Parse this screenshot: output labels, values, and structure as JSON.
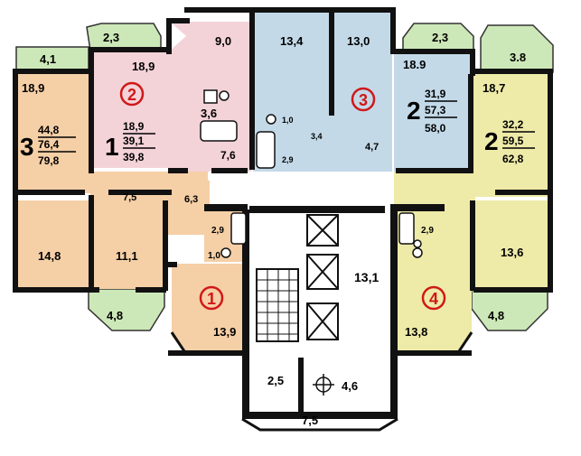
{
  "colors": {
    "apt1": "#f5cfa6",
    "apt2": "#f3d3d8",
    "apt3": "#c3d9e8",
    "apt4": "#eeeaa8",
    "balcony": "#cde8b8",
    "wall": "#111111",
    "marker": "#d01818"
  },
  "rooms": {
    "r_4_1": "4,1",
    "r_18_9_a": "18,9",
    "r_2_3_a": "2,3",
    "r_18_9_b": "18,9",
    "r_9_0": "9,0",
    "r_13_4": "13,4",
    "r_13_0": "13,0",
    "r_2_3_b": "2,3",
    "r_18_9_c": "18.9",
    "r_3_8": "3.8",
    "r_18_7": "18,7",
    "r_3_6": "3,6",
    "r_1_0_a": "1,0",
    "r_3_4": "3,4",
    "r_2_9_a": "2,9",
    "r_4_7": "4,7",
    "r_7_6": "7,6",
    "r_7_5_a": "7,5",
    "r_6_3": "6,3",
    "r_2_9_b": "2,9",
    "r_1_0_b": "1,0",
    "r_14_8": "14,8",
    "r_11_1": "11,1",
    "r_4_8_a": "4,8",
    "r_13_9": "13,9",
    "r_13_1": "13,1",
    "r_2_9_c": "2,9",
    "r_13_6": "13,6",
    "r_13_8": "13,8",
    "r_4_8_b": "4,8",
    "r_2_5": "2,5",
    "r_4_6": "4,6",
    "r_7_5_b": "7,5"
  },
  "apartments": {
    "a3": {
      "rooms": "3",
      "living": "44,8",
      "total": "76,4",
      "with_balcony": "79,8"
    },
    "a1": {
      "rooms": "1",
      "living": "18,9",
      "total": "39,1",
      "with_balcony": "39,8"
    },
    "a2a": {
      "rooms": "2",
      "living": "31,9",
      "total": "57,3",
      "with_balcony": "58,0"
    },
    "a2b": {
      "rooms": "2",
      "living": "32,2",
      "total": "59,5",
      "with_balcony": "62,8"
    }
  },
  "markers": {
    "m1": "1",
    "m2": "2",
    "m3": "3",
    "m4": "4"
  }
}
